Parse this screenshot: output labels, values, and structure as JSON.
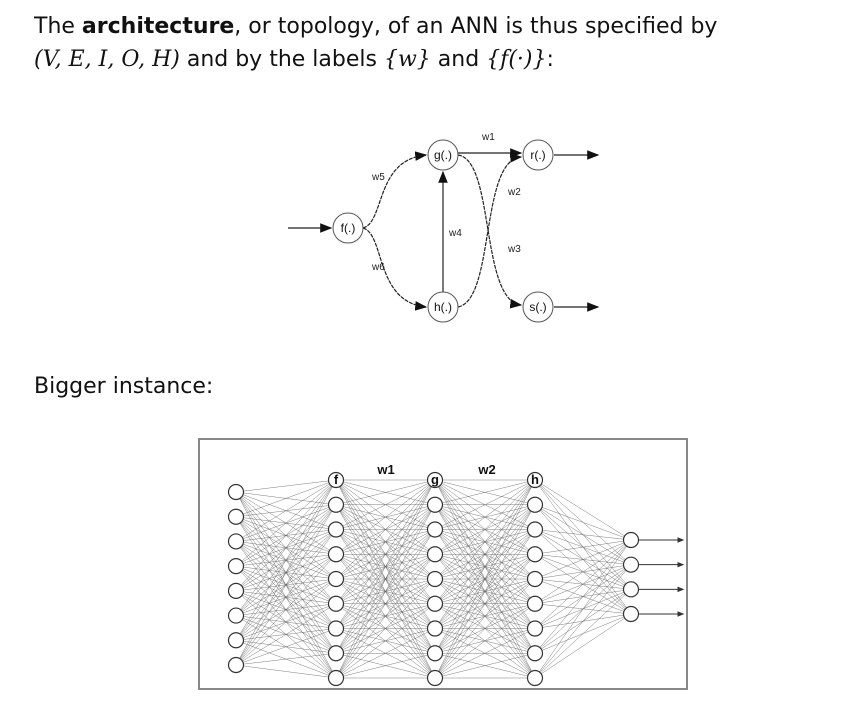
{
  "intro": {
    "part1": "The ",
    "bold": "architecture",
    "part2": ", or topology, of an ANN is thus specified by",
    "tuple": "(V, E, I, O, H)",
    "part3": " and by the labels ",
    "labels_w": "{w}",
    "part4": " and ",
    "labels_f": "{f(·)}",
    "part5": ":"
  },
  "small_diagram": {
    "nodes": {
      "f": "f(.)",
      "g": "g(.)",
      "h": "h(.)",
      "r": "r(.)",
      "s": "s(.)"
    },
    "weights": {
      "w1": "w1",
      "w2": "w2",
      "w3": "w3",
      "w4": "w4",
      "w5": "w5",
      "w6": "w6"
    }
  },
  "bigger_label": "Bigger instance:",
  "big_diagram": {
    "layer_labels": {
      "f": "f",
      "g": "g",
      "h": "h",
      "w1": "w1",
      "w2": "w2"
    },
    "layer_sizes": [
      8,
      9,
      9,
      9,
      4
    ]
  }
}
